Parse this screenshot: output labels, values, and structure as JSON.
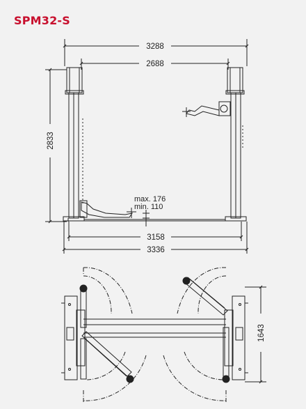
{
  "title": "SPM32-S",
  "colors": {
    "title": "#c8102e",
    "line": "#222222",
    "background": "#f2f2f2"
  },
  "front_view": {
    "dims": {
      "overall_top": "3288",
      "inner_top": "2688",
      "height": "2833",
      "bottom_inner": "3158",
      "bottom_overall": "3336"
    },
    "pickup_height": {
      "max": "max. 176",
      "min": "min. 110"
    }
  },
  "top_view": {
    "dims": {
      "depth": "1643"
    }
  }
}
